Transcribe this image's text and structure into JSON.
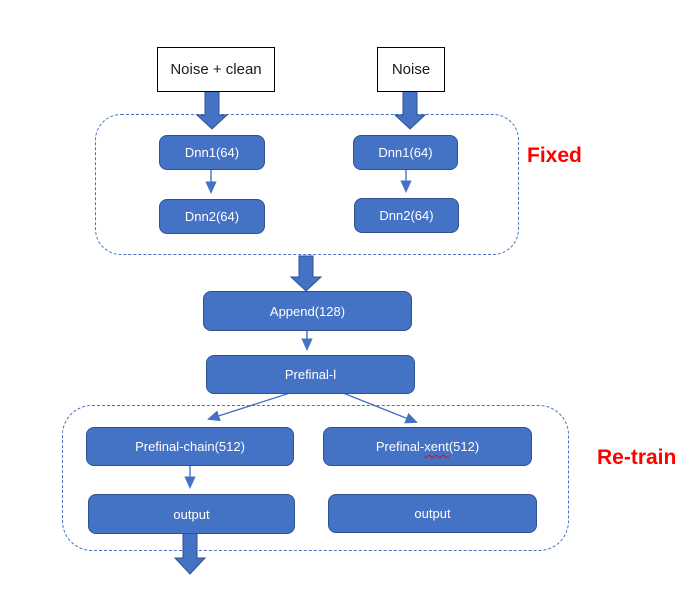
{
  "diagram": {
    "inputs": {
      "left": "Noise + clean",
      "right": "Noise"
    },
    "fixed_group": {
      "label": "Fixed",
      "left_branch": [
        "Dnn1(64)",
        "Dnn2(64)"
      ],
      "right_branch": [
        "Dnn1(64)",
        "Dnn2(64)"
      ]
    },
    "middle": {
      "append": "Append(128)",
      "prefinal": "Prefinal-l"
    },
    "retrain_group": {
      "label": "Re-train",
      "chain": "Prefinal-chain(512)",
      "xent_prefix": "Prefinal-",
      "xent_word": "xent",
      "xent_suffix": "(512)",
      "output_left": "output",
      "output_right": "output"
    }
  },
  "colors": {
    "node_fill": "#4472C4",
    "node_border": "#2F528F",
    "arrow_fill": "#4472C4",
    "arrow_border": "#2F528F",
    "connector": "#4472C4",
    "dashed_border": "#4472C4",
    "group_label_red": "#FF0000",
    "input_box_border": "#000000",
    "node_text": "#FFFFFF",
    "spellcheck_squiggle": "#FF0000"
  }
}
